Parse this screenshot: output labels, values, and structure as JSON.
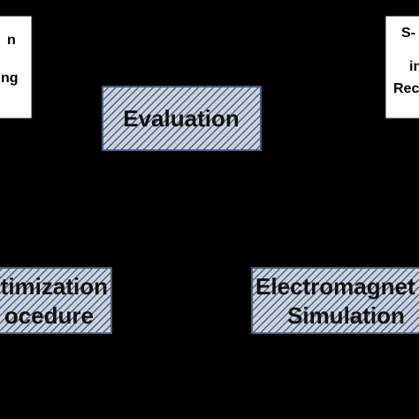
{
  "colors": {
    "background": "#000000",
    "hatch_fill": "#c9d2e0",
    "hatch_line": "#3d4a63",
    "box_border": "#4a5a78",
    "white_box": "#ffffff"
  },
  "nodes": {
    "top_left": {
      "lines": [
        "n",
        "ng"
      ]
    },
    "top_right": {
      "lines": [
        "S-",
        "in",
        "Rec"
      ]
    },
    "evaluation": {
      "label": "Evaluation"
    },
    "optimization": {
      "lines": [
        "timization",
        "ocedure"
      ]
    },
    "simulation": {
      "lines": [
        "Electromagnet",
        "Simulation"
      ]
    }
  }
}
